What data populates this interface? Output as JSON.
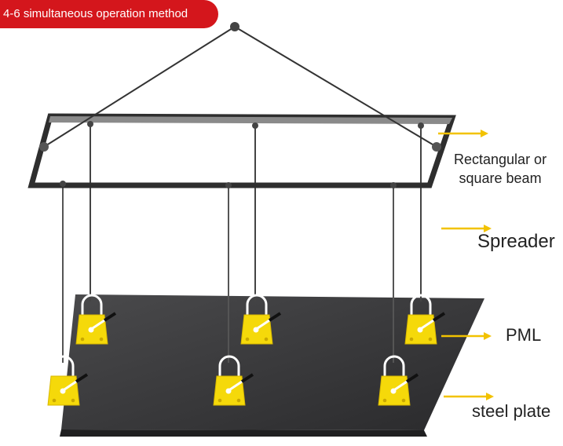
{
  "title": "4-6 simultaneous operation method",
  "labels": {
    "beam_line1": "Rectangular or",
    "beam_line2": "square beam",
    "spreader": "Spreader",
    "pml": "PML",
    "plate": "steel plate"
  },
  "icons": {
    "magnet": "lifting-magnet-icon",
    "arrow": "arrow-right-icon"
  },
  "colors": {
    "badge": "#d4161c",
    "magnet": "#f5d90a",
    "plate": "#3a3a3c",
    "beam": "#2e2e2e",
    "arrow": "#f2c200"
  }
}
